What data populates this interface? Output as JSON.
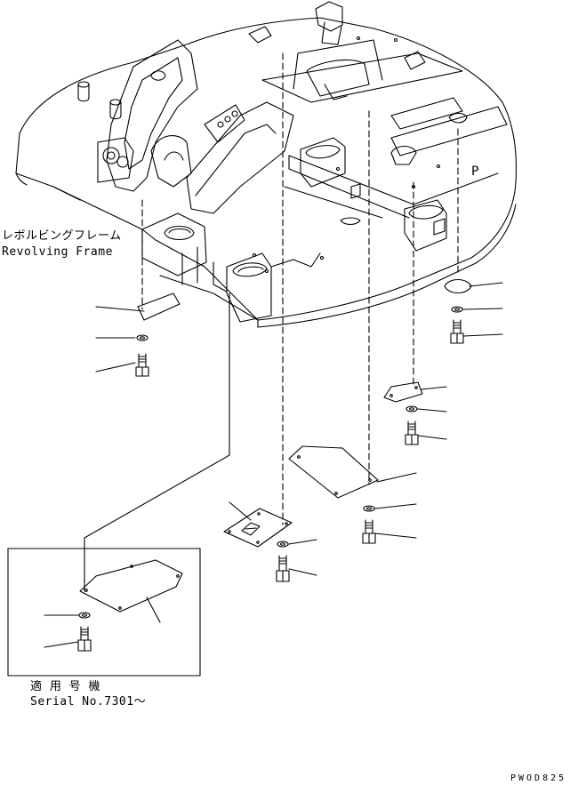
{
  "labels": {
    "frame_ja": "レボルビングフレーム",
    "frame_en": "Revolving Frame",
    "serial_ja": "適 用 号 機",
    "serial_en": "Serial No.7301〜",
    "drawing_code": "PWOD825",
    "mark_p": "P"
  }
}
